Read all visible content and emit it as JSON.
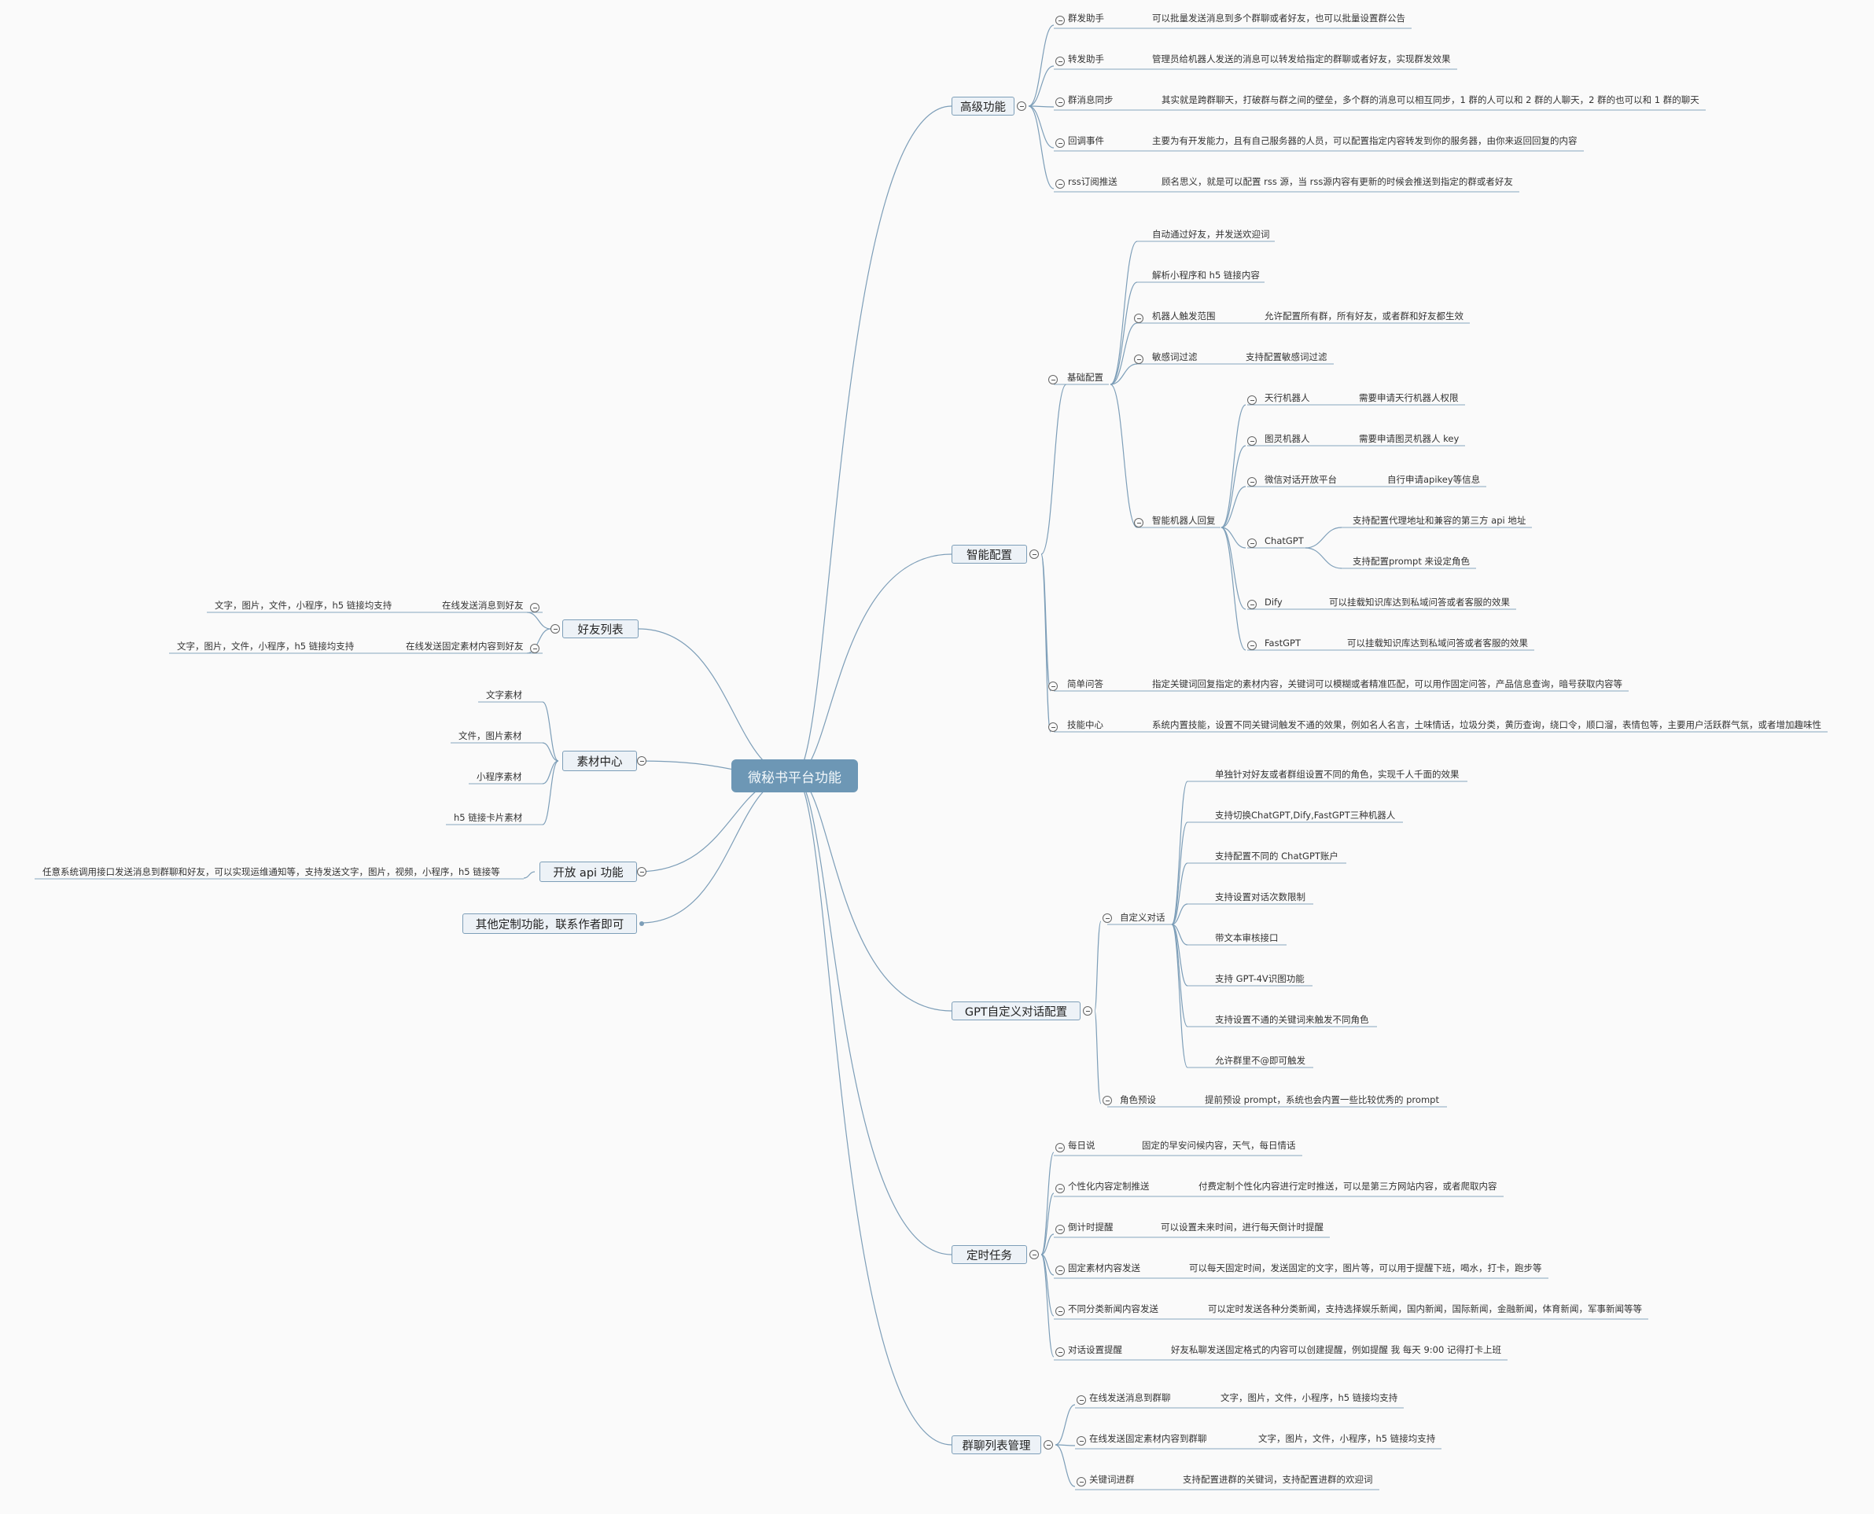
{
  "root": "微秘书平台功能",
  "right": [
    {
      "label": "高级功能",
      "children": [
        {
          "label": "群发助手",
          "desc": "可以批量发送消息到多个群聊或者好友，也可以批量设置群公告"
        },
        {
          "label": "转发助手",
          "desc": "管理员给机器人发送的消息可以转发给指定的群聊或者好友，实现群发效果"
        },
        {
          "label": "群消息同步",
          "desc": "其实就是跨群聊天，打破群与群之间的壁垒，多个群的消息可以相互同步，1 群的人可以和 2 群的人聊天，2 群的也可以和 1 群的聊天"
        },
        {
          "label": "回调事件",
          "desc": "主要为有开发能力，且有自己服务器的人员，可以配置指定内容转发到你的服务器，由你来返回回复的内容"
        },
        {
          "label": "rss订阅推送",
          "desc": "顾名思义，就是可以配置 rss 源，当 rss源内容有更新的时候会推送到指定的群或者好友"
        }
      ]
    },
    {
      "label": "智能配置",
      "children": [
        {
          "label": "基础配置",
          "children": [
            {
              "label": "自动通过好友，并发送欢迎词"
            },
            {
              "label": "解析小程序和 h5 链接内容"
            },
            {
              "label": "机器人触发范围",
              "desc": "允许配置所有群，所有好友，或者群和好友都生效"
            },
            {
              "label": "敏感词过滤",
              "desc": "支持配置敏感词过滤"
            },
            {
              "label": "智能机器人回复",
              "children": [
                {
                  "label": "天行机器人",
                  "desc": "需要申请天行机器人权限"
                },
                {
                  "label": "图灵机器人",
                  "desc": "需要申请图灵机器人 key"
                },
                {
                  "label": "微信对话开放平台",
                  "desc": "自行申请apikey等信息"
                },
                {
                  "label": "ChatGPT",
                  "children": [
                    {
                      "label": "支持配置代理地址和兼容的第三方 api 地址"
                    },
                    {
                      "label": "支持配置prompt 来设定角色"
                    }
                  ]
                },
                {
                  "label": "Dify",
                  "desc": "可以挂载知识库达到私域问答或者客服的效果"
                },
                {
                  "label": "FastGPT",
                  "desc": "可以挂载知识库达到私域问答或者客服的效果"
                }
              ]
            }
          ]
        },
        {
          "label": "简单问答",
          "desc": "指定关键词回复指定的素材内容，关键词可以模糊或者精准匹配，可以用作固定问答，产品信息查询，暗号获取内容等"
        },
        {
          "label": "技能中心",
          "desc": "系统内置技能，设置不同关键词触发不通的效果，例如名人名言，土味情话，垃圾分类，黄历查询，绕口令，顺口溜，表情包等，主要用户活跃群气氛，或者增加趣味性"
        }
      ]
    },
    {
      "label": "GPT自定义对话配置",
      "children": [
        {
          "label": "自定义对话",
          "children": [
            {
              "label": "单独针对好友或者群组设置不同的角色，实现千人千面的效果"
            },
            {
              "label": "支持切换ChatGPT,Dify,FastGPT三种机器人"
            },
            {
              "label": "支持配置不同的 ChatGPT账户"
            },
            {
              "label": "支持设置对话次数限制"
            },
            {
              "label": "带文本审核接口"
            },
            {
              "label": "支持 GPT-4V识图功能"
            },
            {
              "label": "支持设置不通的关键词来触发不同角色"
            },
            {
              "label": "允许群里不@即可触发"
            }
          ]
        },
        {
          "label": "角色预设",
          "desc": "提前预设 prompt，系统也会内置一些比较优秀的 prompt"
        }
      ]
    },
    {
      "label": "定时任务",
      "children": [
        {
          "label": "每日说",
          "desc": "固定的早安问候内容，天气，每日情话"
        },
        {
          "label": "个性化内容定制推送",
          "desc": "付费定制个性化内容进行定时推送，可以是第三方网站内容，或者爬取内容"
        },
        {
          "label": "倒计时提醒",
          "desc": "可以设置未来时间，进行每天倒计时提醒"
        },
        {
          "label": "固定素材内容发送",
          "desc": "可以每天固定时间，发送固定的文字，图片等，可以用于提醒下班，喝水，打卡，跑步等"
        },
        {
          "label": "不同分类新闻内容发送",
          "desc": "可以定时发送各种分类新闻，支持选择娱乐新闻，国内新闻，国际新闻，金融新闻，体育新闻，军事新闻等等"
        },
        {
          "label": "对话设置提醒",
          "desc": "好友私聊发送固定格式的内容可以创建提醒，例如提醒 我 每天 9:00 记得打卡上班"
        }
      ]
    },
    {
      "label": "群聊列表管理",
      "children": [
        {
          "label": "在线发送消息到群聊",
          "desc": "文字，图片，文件，小程序，h5 链接均支持"
        },
        {
          "label": "在线发送固定素材内容到群聊",
          "desc": "文字，图片，文件，小程序，h5 链接均支持"
        },
        {
          "label": "关键词进群",
          "desc": "支持配置进群的关键词，支持配置进群的欢迎词"
        }
      ]
    }
  ],
  "left": [
    {
      "label": "好友列表",
      "children": [
        {
          "label": "在线发送消息到好友",
          "desc": "文字，图片，文件，小程序，h5 链接均支持"
        },
        {
          "label": "在线发送固定素材内容到好友",
          "desc": "文字，图片，文件，小程序，h5 链接均支持"
        }
      ]
    },
    {
      "label": "素材中心",
      "children": [
        {
          "label": "文字素材"
        },
        {
          "label": "文件，图片素材"
        },
        {
          "label": "小程序素材"
        },
        {
          "label": "h5 链接卡片素材"
        }
      ]
    },
    {
      "label": "开放 api 功能",
      "children": [
        {
          "label": "任意系统调用接口发送消息到群聊和好友，可以实现运维通知等，支持发送文字，图片，视频，小程序，h5 链接等"
        }
      ]
    },
    {
      "label": "其他定制功能，联系作者即可"
    }
  ]
}
